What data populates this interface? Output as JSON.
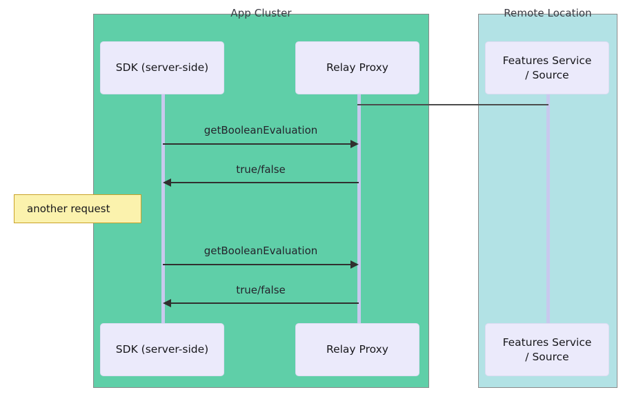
{
  "diagram": {
    "type": "sequence-diagram",
    "groups": [
      {
        "id": "app-cluster",
        "title": "App Cluster",
        "color": "#5fcfa8"
      },
      {
        "id": "remote-location",
        "title": "Remote Location",
        "color": "#b2e2e5"
      }
    ],
    "participants": [
      {
        "id": "sdk",
        "label": "SDK (server-side)",
        "group": "app-cluster"
      },
      {
        "id": "relay",
        "label": "Relay Proxy",
        "group": "app-cluster"
      },
      {
        "id": "features",
        "label": "Features Service\n/ Source",
        "line1": "Features Service",
        "line2": "/ Source",
        "group": "remote-location"
      }
    ],
    "messages": [
      {
        "index": 1,
        "label": "getBooleanEvaluation",
        "from": "sdk",
        "to": "relay",
        "direction": "right"
      },
      {
        "index": 2,
        "label": "true/false",
        "from": "relay",
        "to": "sdk",
        "direction": "left"
      },
      {
        "index": 3,
        "label": "getBooleanEvaluation",
        "from": "sdk",
        "to": "relay",
        "direction": "right"
      },
      {
        "index": 4,
        "label": "true/false",
        "from": "relay",
        "to": "sdk",
        "direction": "left"
      }
    ],
    "notes": [
      {
        "id": "another-request",
        "text": "another request",
        "fill": "#fbf2ad",
        "border": "#c9a227"
      }
    ],
    "connector": {
      "from": "relay",
      "to": "features",
      "style": "solid"
    }
  }
}
